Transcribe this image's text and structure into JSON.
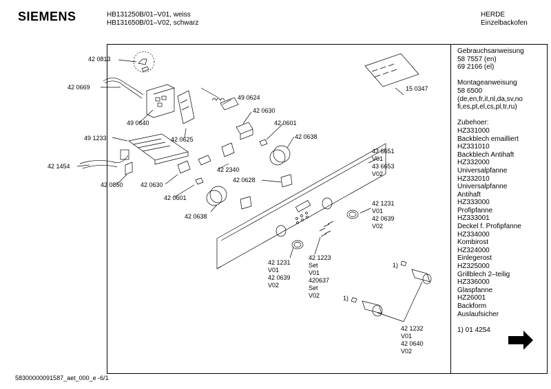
{
  "header": {
    "brand": "SIEMENS",
    "model_line_1": "HB131250B/01–V01, weiss",
    "model_line_2": "HB131650B/01–V02, schwarz",
    "category_1": "HERDE",
    "category_2": "Einzelbackofen"
  },
  "sidebar": {
    "text": "Gebrauchsanweisung\n58 7557 (en)\n69 2166 (el)\n\nMontageanweisung\n58 6500\n(de,en,fr,it,nl,da,sv,no\nfi,es,pt,el,cs,pl,tr,ru)\n\nZubehoer:\nHZ331000\nBackblech emailliert\nHZ331010\nBackblech Antihaft\nHZ332000\nUniversalpfanne\nHZ332010\nUniversalpfanne\nAntihaft\nHZ333000\nProfipfanne\nHZ333001\nDeckel f. Profipfanne\nHZ334000\nKombirost\nHZ324000\nEinlegerost\nHZ325000\nGrillblech 2–teilig\nHZ336000\nGlaspfanne\nHZ26001\nBackform\nAuslaufsicher\n\n1) 01 4254"
  },
  "footer": {
    "doc_id": "58300000091587_aet_000_e -6/1"
  },
  "parts": {
    "p420813": "42 0813",
    "p420669": "42 0669",
    "p490640": "49 0640",
    "p490624": "49 0624",
    "p420630a": "42 0630",
    "p420625": "42 0625",
    "p420601a": "42 0601",
    "p491233": "49 1233",
    "p420638a": "42 0638",
    "p421454": "42 1454",
    "p422340": "42 2340",
    "p436651": "43 6651\nV01\n43 6653\nV02",
    "p420850": "42 0850",
    "p420630b": "42 0630",
    "p420628": "42 0628",
    "p420601b": "42 0601",
    "p420638b": "42 0638",
    "p421231a": "42 1231\nV01\n42 0639\nV02",
    "p421231b": "42 1231\nV01\n42 0639\nV02",
    "p421223": "42 1223\nSet\nV01\n420637\nSet\nV02",
    "p150347": "15 0347",
    "p421232": "42 1232\nV01\n42 0640\nV02",
    "note1a": "1)",
    "note1b": "1)"
  }
}
